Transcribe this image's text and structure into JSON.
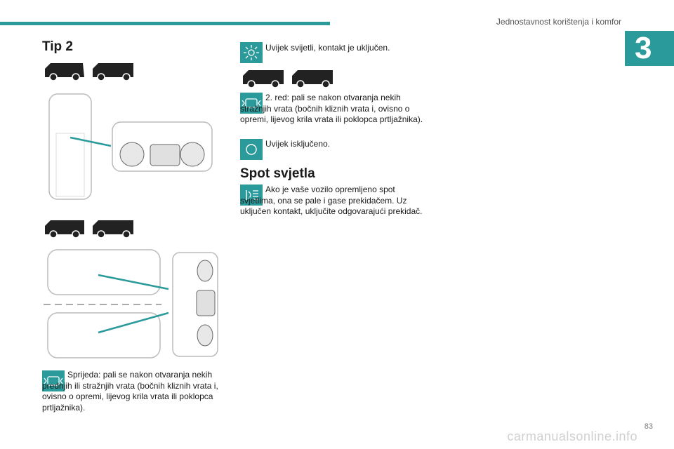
{
  "header": {
    "section_title": "Jednostavnost korištenja i komfor",
    "chapter_number": "3"
  },
  "left": {
    "heading": "Tip 2",
    "front_text": "Sprijeda: pali se nakon otvaranja nekih prednjih ili stražnjih vrata (bočnih kliznih vrata i, ovisno o opremi, lijevog krila vrata ili poklopca prtljažnika)."
  },
  "right": {
    "always_on_text": "Uvijek svijetli, kontakt je uključen.",
    "second_row_text": "2. red: pali se nakon otvaranja nekih stražnjih vrata (bočnih kliznih vrata i, ovisno o opremi, lijevog krila vrata ili poklopca prtljažnika).",
    "always_off_text": "Uvijek isključeno.",
    "spot_heading": "Spot svjetla",
    "spot_text": "Ako je vaše vozilo opremljeno spot svjetlima, ona se pale i gase prekidačem. Uz uključen kontakt, uključite odgovarajući prekidač."
  },
  "footer": {
    "page_number": "83",
    "watermark": "carmanualsonline.info"
  },
  "colors": {
    "accent": "#2a9a9a",
    "text": "#1a1a1a"
  },
  "icons": [
    "door-light-icon",
    "sun-light-icon",
    "off-circle-icon",
    "spot-beam-icon"
  ]
}
